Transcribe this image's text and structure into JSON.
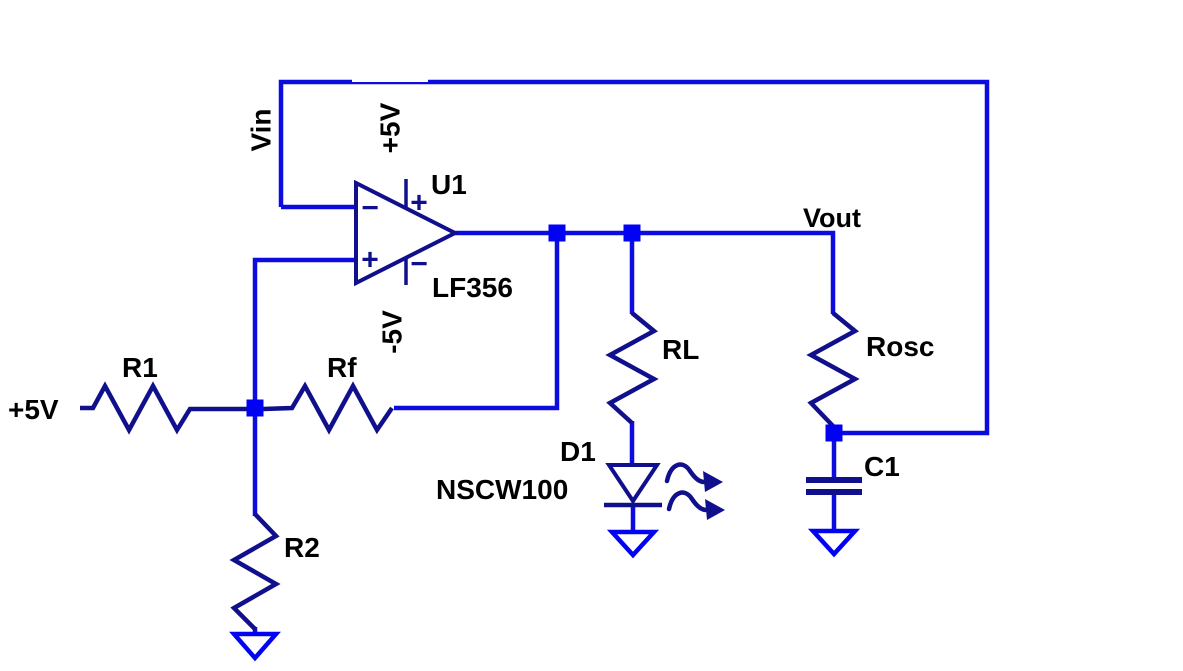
{
  "figure": {
    "type": "circuit-schematic"
  },
  "colors": {
    "wire": "#0c0cdf",
    "component": "#10108c",
    "junction": "#0202f2",
    "ground": "#0202f2",
    "text": "#000000",
    "background": "#ffffff"
  },
  "nets": {
    "input": "Vin",
    "output": "Vout"
  },
  "power": {
    "left_supply": "+5V",
    "opamp_pos": "+5V",
    "opamp_neg": "-5V"
  },
  "opamp": {
    "ref": "U1",
    "part": "LF356",
    "inverting_mark": "−",
    "noninverting_mark": "+",
    "pos_pin_mark": "+",
    "neg_pin_mark": "−"
  },
  "resistors": {
    "r1": "R1",
    "rf": "Rf",
    "r2": "R2",
    "rl": "RL",
    "rosc": "Rosc"
  },
  "led": {
    "ref": "D1",
    "part": "NSCW100"
  },
  "capacitor": {
    "ref": "C1"
  }
}
